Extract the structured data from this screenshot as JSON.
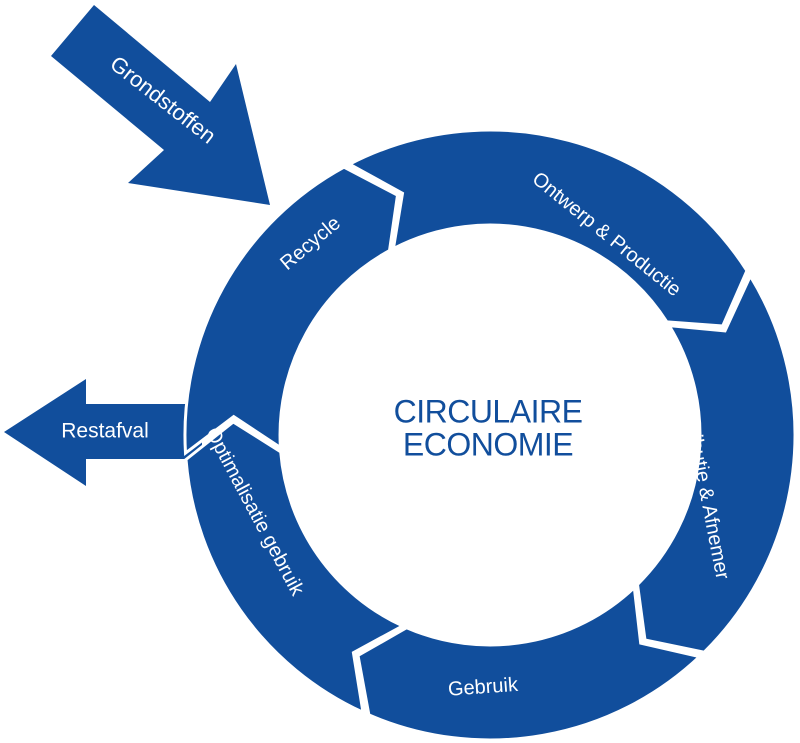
{
  "colors": {
    "primary": "#114E9C",
    "text_on_primary": "#FFFFFF",
    "background": "#FFFFFF"
  },
  "center": {
    "line1": "CIRCULAIRE",
    "line2": "ECONOMIE"
  },
  "segments": [
    {
      "id": "ontwerp",
      "label": "Ontwerp & Productie"
    },
    {
      "id": "distributie",
      "label": "Distributie & Afnemer"
    },
    {
      "id": "gebruik",
      "label": "Gebruik"
    },
    {
      "id": "optimalisatie",
      "label": "Optimalisatie gebruik"
    },
    {
      "id": "recycle",
      "label": "Recycle"
    }
  ],
  "inputs": {
    "label": "Grondstoffen"
  },
  "outputs": {
    "label": "Restafval"
  }
}
